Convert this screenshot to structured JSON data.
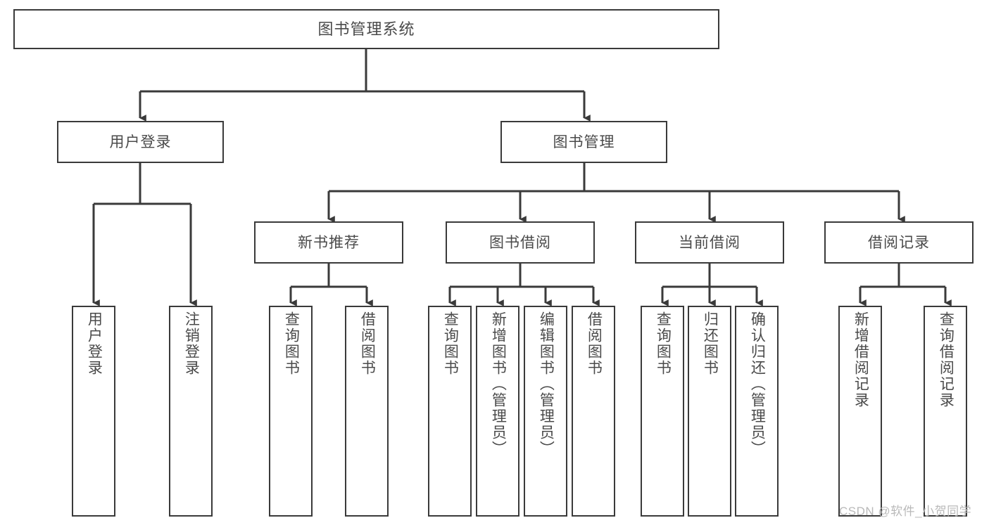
{
  "diagram": {
    "title": "图书管理系统",
    "type": "tree-hierarchy",
    "colors": {
      "box_border": "#3a3a3a",
      "box_fill": "#ffffff",
      "text": "#4a4a4a",
      "connector": "#3a3a3a",
      "watermark": "#b9b9b9",
      "background": "#ffffff"
    },
    "root": {
      "label": "图书管理系统"
    },
    "level2": [
      {
        "label": "用户登录"
      },
      {
        "label": "图书管理"
      }
    ],
    "level3": [
      {
        "label": "新书推荐"
      },
      {
        "label": "图书借阅"
      },
      {
        "label": "当前借阅"
      },
      {
        "label": "借阅记录"
      }
    ],
    "leaves": {
      "user_login": [
        {
          "label": "用户登录"
        },
        {
          "label": "注销登录"
        }
      ],
      "new_book_recommend": [
        {
          "label": "查询图书"
        },
        {
          "label": "借阅图书"
        }
      ],
      "book_borrow": [
        {
          "label": "查询图书"
        },
        {
          "label": "新增图书（管理员）"
        },
        {
          "label": "编辑图书（管理员）"
        },
        {
          "label": "借阅图书"
        }
      ],
      "current_borrow": [
        {
          "label": "查询图书"
        },
        {
          "label": "归还图书"
        },
        {
          "label": "确认归还（管理员）"
        }
      ],
      "borrow_record": [
        {
          "label": "新增借阅记录"
        },
        {
          "label": "查询借阅记录"
        }
      ]
    }
  },
  "watermark": {
    "text": "CSDN @软件_小贺同学"
  }
}
